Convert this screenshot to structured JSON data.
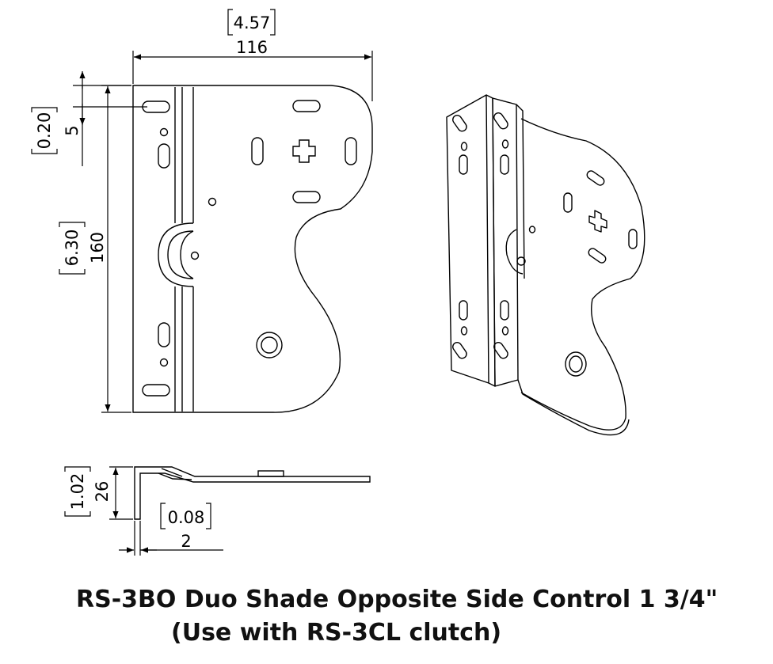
{
  "dimensions": {
    "width": {
      "inches": "4.57",
      "mm": "116"
    },
    "tab_offset": {
      "inches": "0.20",
      "mm": "5"
    },
    "height": {
      "inches": "6.30",
      "mm": "160"
    },
    "side_height": {
      "inches": "1.02",
      "mm": "26"
    },
    "thickness": {
      "inches": "0.08",
      "mm": "2"
    }
  },
  "title": {
    "line1": "RS-3BO Duo Shade Opposite Side Control 1 3/4\"",
    "line2": "(Use with RS-3CL clutch)"
  }
}
